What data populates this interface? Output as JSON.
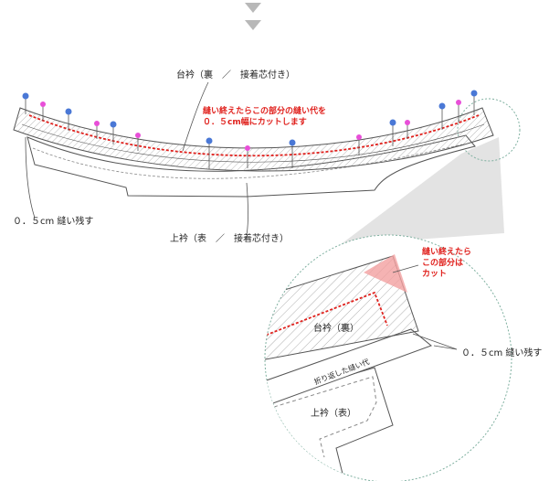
{
  "labels": {
    "stand_collar_top": "台衿（裏　／　接着芯付き）",
    "cut_note_line1": "縫い終えたらこの部分の縫い代を",
    "cut_note_line2": "０．５cm幅にカットします",
    "leave_left": "０．５cm 縫い残す",
    "upper_collar_main": "上衿（表　／　接着芯付き）"
  },
  "zoom": {
    "note_line1": "縫い終えたら",
    "note_line2": "この部分は",
    "note_line3": "カット",
    "stand_collar": "台衿（裏）",
    "fold_line": "折り返した縫い代",
    "upper_collar": "上衿（表）",
    "leave_right": "０．５cm 縫い残す"
  },
  "colors": {
    "outline": "#555555",
    "hatch": "#9a9a9a",
    "red_stitch": "#e0211d",
    "blue_pin": "#4a78d6",
    "pink_pin": "#e84fd8",
    "callout_grey": "#e3e3e3",
    "dashed_circle": "#7fb0a0",
    "cut_fill": "#f2a0a0",
    "arrow_grey": "#b8b8b8"
  }
}
